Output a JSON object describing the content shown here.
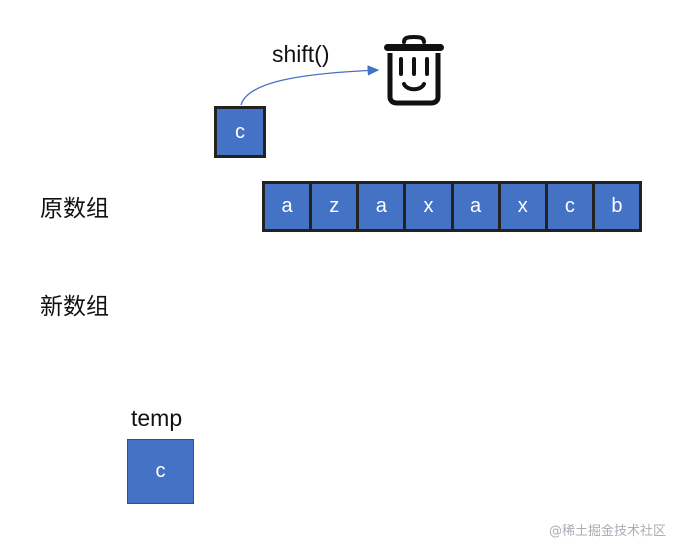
{
  "operation": {
    "label": "shift()",
    "removed_value": "c"
  },
  "original_array": {
    "label": "原数组",
    "items": [
      "a",
      "z",
      "a",
      "x",
      "a",
      "x",
      "c",
      "b"
    ]
  },
  "new_array": {
    "label": "新数组"
  },
  "temp": {
    "label": "temp",
    "value": "c"
  },
  "watermark": "@稀土掘金技术社区",
  "colors": {
    "cell_fill": "#4472c4",
    "cell_border": "#222222",
    "arrow": "#4472c4",
    "text": "#111111"
  },
  "icons": [
    "trash-can-face-icon"
  ]
}
